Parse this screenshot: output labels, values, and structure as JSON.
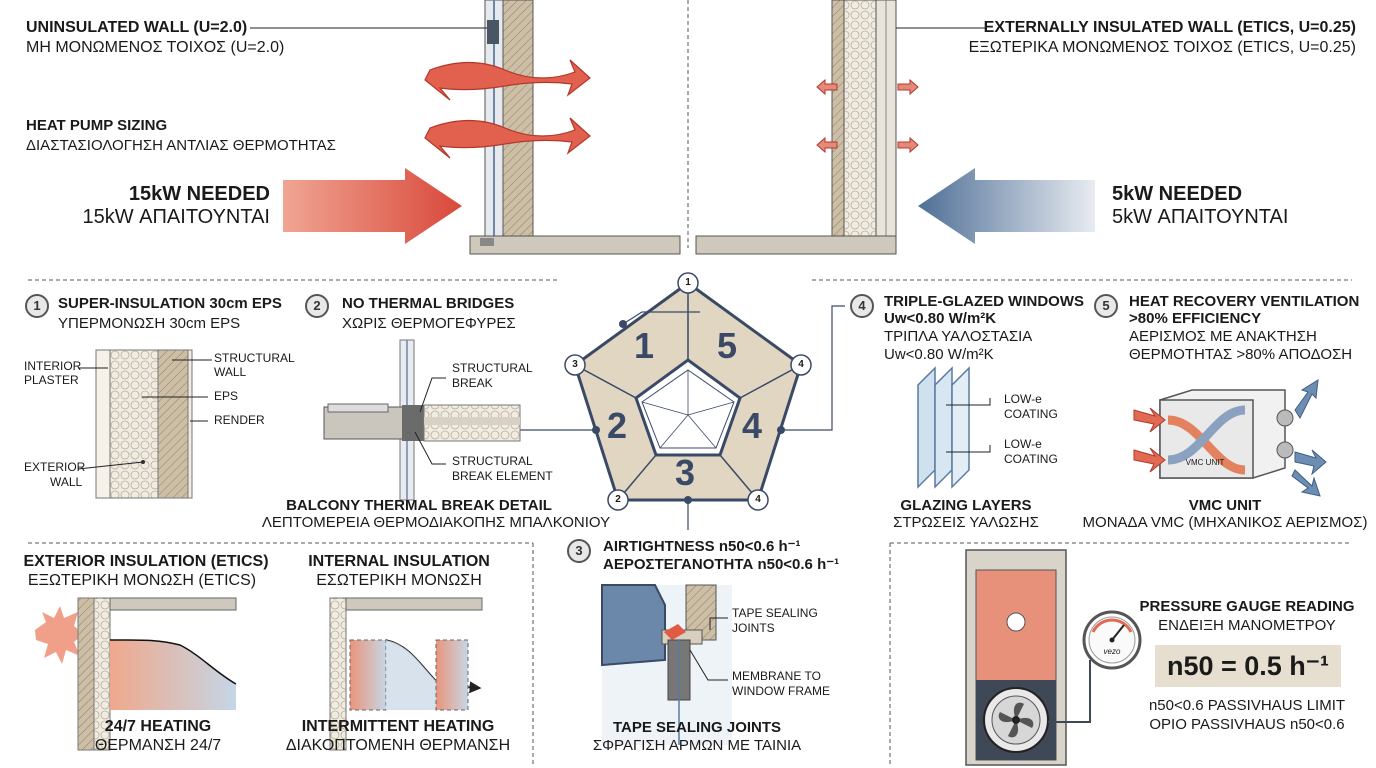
{
  "top": {
    "uninsulated_en": "UNINSULATED WALL (U=2.0)",
    "uninsulated_gr": "ΜΗ ΜΟΝΩΜΕΝΟΣ ΤΟΙΧΟΣ (U=2.0)",
    "sizing_en": "HEAT PUMP SIZING",
    "sizing_gr": "ΔΙΑΣΤΑΣΙΟΛΟΓΗΣΗ ΑΝΤΛΙΑΣ ΘΕΡΜΟΤΗΤΑΣ",
    "needed15_en": "15kW NEEDED",
    "needed15_gr": "15kW ΑΠΑΙΤΟΥΝΤΑΙ",
    "insulated_en": "EXTERNALLY INSULATED WALL (ETICS, U=0.25)",
    "insulated_gr": "ΕΞΩΤΕΡΙΚΑ ΜΟΝΩΜΕΝΟΣ ΤΟΙΧΟΣ (ETICS, U=0.25)",
    "needed5_en": "5kW NEEDED",
    "needed5_gr": "5kW ΑΠΑΙΤΟΥΝΤΑΙ"
  },
  "principles": [
    {
      "num": "1",
      "title_en": "SUPER-INSULATION 30cm EPS",
      "title_gr": "ΥΠΕΡΜΟΝΩΣΗ 30cm EPS"
    },
    {
      "num": "2",
      "title_en": "NO THERMAL BRIDGES",
      "title_gr": "ΧΩΡΙΣ ΘΕΡΜΟΓΕΦΥΡΕΣ"
    },
    {
      "num": "3",
      "title_en": "AIRTIGHTNESS n50<0.6 h⁻¹",
      "title_gr": "ΑΕΡΟΣΤΕΓΑΝΟΤΗΤΑ n50<0.6 h⁻¹"
    },
    {
      "num": "4",
      "title_en": "TRIPLE-GLAZED WINDOWS",
      "title_en2": "Uw<0.80 W/m²K",
      "title_gr": "ΤΡΙΠΛΑ ΥΑΛΟΣΤΑΣΙΑ",
      "title_gr2": "Uw<0.80 W/m²K"
    },
    {
      "num": "5",
      "title_en": "HEAT RECOVERY VENTILATION",
      "title_en2": ">80% EFFICIENCY",
      "title_gr": "ΑΕΡΙΣΜΟΣ ΜΕ ΑΝΑΚΤΗΣΗ",
      "title_gr2": "ΘΕΡΜΟΤΗΤΑΣ >80% ΑΠΟΔΟΣΗ"
    }
  ],
  "wall_labels": {
    "interior_plaster": [
      "INTERIOR",
      "PLASTER"
    ],
    "structural_wall": [
      "STRUCTURAL",
      "WALL"
    ],
    "eps": "EPS",
    "render": "RENDER",
    "exterior_wall": [
      "EXTERIOR",
      "WALL"
    ]
  },
  "balcony": {
    "structural_break": [
      "STRUCTURAL",
      "BREAK"
    ],
    "structural_break_element": [
      "STRUCTURAL",
      "BREAK ELEMENT"
    ],
    "caption_en": "BALCONY THERMAL BREAK DETAIL",
    "caption_gr": "ΛΕΠΤΟΜΕΡΕΙΑ ΘΕΡΜΟΔΙΑΚΟΠΗΣ ΜΠΑΛΚΟΝΙΟΥ"
  },
  "glazing": {
    "lowe": [
      "LOW-e",
      "COATING"
    ],
    "caption_en": "GLAZING LAYERS",
    "caption_gr": "ΣΤΡΩΣΕΙΣ ΥΑΛΩΣΗΣ"
  },
  "vmc": {
    "unit_label": "VMC UNIT",
    "caption_en": "VMC UNIT",
    "caption_gr": "ΜΟΝΑΔΑ VMC (ΜΗΧΑΝΙΚΟΣ ΑΕΡΙΣΜΟΣ)"
  },
  "pentagon": {
    "segments": [
      "1",
      "5",
      "4",
      "3",
      "2"
    ],
    "vertices": [
      "1",
      "3",
      "4",
      "2",
      "4"
    ]
  },
  "heating": {
    "exterior_en": "EXTERIOR INSULATION (ETICS)",
    "exterior_gr": "ΕΞΩΤΕΡΙΚΗ ΜΟΝΩΣΗ (ETICS)",
    "internal_en": "INTERNAL INSULATION",
    "internal_gr": "ΕΣΩΤΕΡΙΚΗ ΜΟΝΩΣΗ",
    "h247_en": "24/7 HEATING",
    "h247_gr": "ΘΕΡΜΑΝΣΗ 24/7",
    "intermittent_en": "INTERMITTENT HEATING",
    "intermittent_gr": "ΔΙΑΚΟΠΤΟΜΕΝΗ ΘΕΡΜΑΝΣΗ"
  },
  "tape": {
    "sealing_joints": [
      "TAPE SEALING",
      "JOINTS"
    ],
    "membrane": [
      "MEMBRANE TO",
      "WINDOW FRAME"
    ],
    "caption_en": "TAPE SEALING JOINTS",
    "caption_gr": "ΣΦΡΑΓΙΣΗ ΑΡΜΩΝ ΜΕ ΤΑΙΝΙΑ"
  },
  "pressure": {
    "title_en": "PRESSURE GAUGE READING",
    "title_gr": "ΕΝΔΕΙΞΗ ΜΑΝΟΜΕΤΡΟΥ",
    "reading": "n50 = 0.5 h⁻¹",
    "gauge_label": "vezo",
    "limit_en": "n50<0.6 PASSIVHAUS LIMIT",
    "limit_gr": "ΟΡΙΟ PASSIVHAUS n50<0.6"
  },
  "colors": {
    "warm": "#d9483a",
    "cool": "#5a7aa0",
    "beige": "#e0d6c2",
    "outline": "#3a4a66"
  }
}
